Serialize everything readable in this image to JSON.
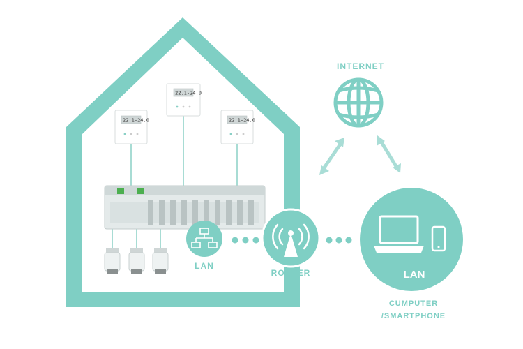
{
  "colors": {
    "accent": "#7fcfc4",
    "device": "#ffffff",
    "hub": "#dfe6e6"
  },
  "thermostats": [
    {
      "display": "22.1-24.0"
    },
    {
      "display": "22.1-24.0"
    },
    {
      "display": "22.1-24.0"
    }
  ],
  "labels": {
    "internet": "INTERNET",
    "lan_small": "LAN",
    "router": "ROUTER",
    "lan_big": "LAN",
    "computer_line1": "CUMPUTER",
    "computer_line2": "/SMARTPHONE"
  },
  "icons": {
    "globe": "globe-icon",
    "network": "network-icon",
    "router": "wifi-router-icon",
    "laptop": "laptop-icon",
    "phone": "smartphone-icon"
  }
}
